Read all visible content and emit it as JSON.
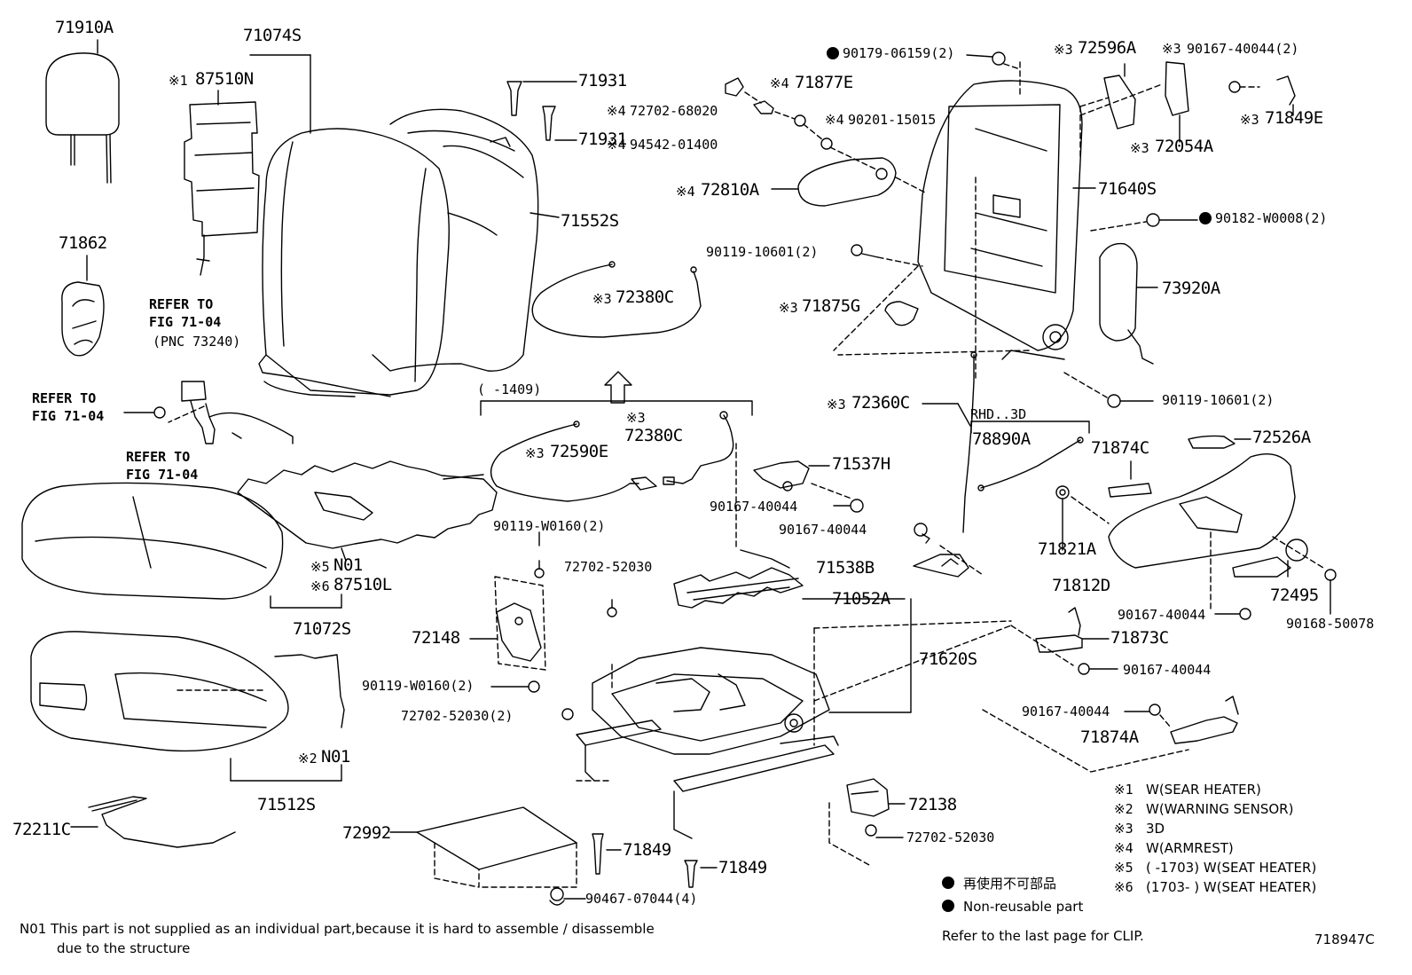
{
  "labels": {
    "p71910A": "71910A",
    "p71074S": "71074S",
    "p87510N_mark": "※1",
    "p87510N": "87510N",
    "p71931a": "71931",
    "p71931b": "71931",
    "p71552S": "71552S",
    "p71862": "71862",
    "refer1_line1": "REFER TO",
    "refer1_line2": "FIG 71-04",
    "refer1_pnc": "(PNC 73240)",
    "refer2_line1": "REFER TO",
    "refer2_line2": "FIG 71-04",
    "refer3_line1": "REFER TO",
    "refer3_line2": "FIG 71-04",
    "p72380C_top_mark": "※3",
    "p72380C_top": "72380C",
    "range_bracket": "(      -1409)",
    "p72380C_mid_mark": "※3",
    "p72380C_mid": "72380C",
    "p72590E_mark": "※3",
    "p72590E": "72590E",
    "pN01_5_mark": "※5",
    "pN01_5": "N01",
    "p87510L_mark": "※6",
    "p87510L": "87510L",
    "p71072S": "71072S",
    "pN01_2_mark": "※2",
    "pN01_2": "N01",
    "p71512S": "71512S",
    "p72211C": "72211C",
    "p90179": "90179-06159(2)",
    "p71877E_mark": "※4",
    "p71877E": "71877E",
    "p72702_68020_mark": "※4",
    "p72702_68020": "72702-68020",
    "p90201_mark": "※4",
    "p90201": "90201-15015",
    "p94542_mark": "※4",
    "p94542": "94542-01400",
    "p72810A_mark": "※4",
    "p72810A": "72810A",
    "p90119_10601a": "90119-10601(2)",
    "p71875G_mark": "※3",
    "p71875G": "71875G",
    "p72596A_mark": "※3",
    "p72596A": "72596A",
    "p90167_40044_2_mark": "※3",
    "p90167_40044_2": "90167-40044(2)",
    "p71849E_mark": "※3",
    "p71849E": "71849E",
    "p72054A_mark": "※3",
    "p72054A": "72054A",
    "p71640S": "71640S",
    "p90182": "90182-W0008(2)",
    "p73920A": "73920A",
    "p90119_10601b": "90119-10601(2)",
    "p72360C_mark": "※3",
    "p72360C": "72360C",
    "rhd": "RHD..3D",
    "p78890A": "78890A",
    "p71874C": "71874C",
    "p72526A": "72526A",
    "p71537H": "71537H",
    "p90167_a": "90167-40044",
    "p90167_b": "90167-40044",
    "p90119_W0160_2a": "90119-W0160(2)",
    "p72702_52030a": "72702-52030",
    "p71538B": "71538B",
    "p71052A": "71052A",
    "p71821A": "71821A",
    "p71812D": "71812D",
    "p72495": "72495",
    "p90167_c": "90167-40044",
    "p90168": "90168-50078",
    "p72148": "72148",
    "p71873C": "71873C",
    "p71620S": "71620S",
    "p90167_d": "90167-40044",
    "p90119_W0160_2b": "90119-W0160(2)",
    "p72702_52030_2": "72702-52030(2)",
    "p90167_e": "90167-40044",
    "p71874A": "71874A",
    "p72138": "72138",
    "p72992": "72992",
    "p72702_52030b": "72702-52030",
    "p71849a": "71849",
    "p71849b": "71849",
    "p90467": "90467-07044(4)",
    "drawing_code": "718947C"
  },
  "legend": [
    {
      "mark": "※1",
      "text": "W(SEAR HEATER)"
    },
    {
      "mark": "※2",
      "text": "W(WARNING SENSOR)"
    },
    {
      "mark": "※3",
      "text": "3D"
    },
    {
      "mark": "※4",
      "text": "W(ARMREST)"
    },
    {
      "mark": "※5",
      "text": "(      -1703) W(SEAT HEATER)"
    },
    {
      "mark": "※6",
      "text": "(1703-      ) W(SEAT HEATER)"
    }
  ],
  "non_reusable": {
    "jp": "再使用不可部品",
    "en": "Non-reusable part"
  },
  "footer": {
    "n01_line1": "N01  This part is not supplied as an individual part,because it is hard to assemble / disassemble",
    "n01_line2": "due to the structure",
    "clip_note": "Refer to the last page for CLIP."
  }
}
